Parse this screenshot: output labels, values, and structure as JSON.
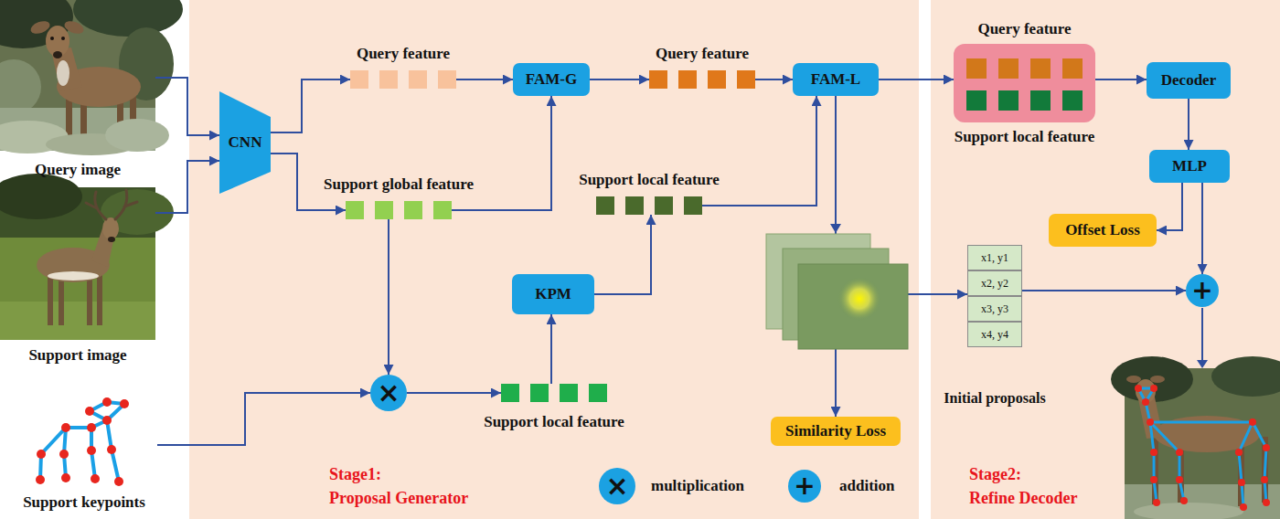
{
  "diagram": {
    "nodes": [
      {
        "text": [
          "Query image"
        ]
      },
      {
        "text": [
          "Support image"
        ]
      },
      {
        "text": [
          "Support keypoints"
        ]
      },
      {
        "text": [
          "Stage1:",
          "Proposal Generator"
        ]
      },
      {
        "text": [
          "CNN"
        ],
        "in": 3
      },
      {
        "text": [
          "Query feature"
        ],
        "in": 3
      },
      {
        "text": [
          "Support global feature"
        ],
        "in": 3
      },
      {
        "text": [
          "FAM-G"
        ],
        "in": 3
      },
      {
        "text": [
          "Query feature"
        ],
        "in": 3
      },
      {
        "text": [
          "FAM-L"
        ],
        "in": 3
      },
      {
        "text": [
          "Support local feature"
        ],
        "in": 3
      },
      {
        "text": [
          "KPM"
        ],
        "in": 3
      },
      {
        "text": [
          "×"
        ],
        "in": 3
      },
      {
        "text": [
          "Support local feature"
        ],
        "in": 3
      },
      {
        "text": [
          "Similarity Loss"
        ],
        "in": 3
      },
      {
        "text": [
          "Stage2:",
          "Refine Decoder"
        ]
      },
      {
        "text": [
          "Query feature",
          "Support local feature"
        ],
        "in": 15
      },
      {
        "text": [
          "Decoder"
        ],
        "in": 15
      },
      {
        "text": [
          "MLP"
        ],
        "in": 15
      },
      {
        "text": [
          "Offset Loss"
        ],
        "in": 15
      },
      {
        "text": [
          "Initial proposals"
        ],
        "in": 15
      },
      {
        "text": [
          "x1, y1"
        ],
        "in": 20
      },
      {
        "text": [
          "x2, y2"
        ],
        "in": 20
      },
      {
        "text": [
          "x3, y3"
        ],
        "in": 20
      },
      {
        "text": [
          "x4, y4"
        ],
        "in": 20
      },
      {
        "text": [
          "+"
        ],
        "in": 15
      }
    ],
    "edges": [
      {
        "from": 0,
        "to": 4,
        "arrow": "to"
      },
      {
        "from": 1,
        "to": 4,
        "arrow": "to"
      },
      {
        "from": 4,
        "to": 5,
        "arrow": "to"
      },
      {
        "from": 4,
        "to": 6,
        "arrow": "to"
      },
      {
        "from": 5,
        "to": 7,
        "arrow": "to"
      },
      {
        "from": 6,
        "to": 7,
        "arrow": "to"
      },
      {
        "from": 6,
        "to": 12,
        "arrow": "to"
      },
      {
        "from": 2,
        "to": 12,
        "arrow": "to"
      },
      {
        "from": 12,
        "to": 13,
        "arrow": "to"
      },
      {
        "from": 13,
        "to": 11,
        "arrow": "to"
      },
      {
        "from": 11,
        "to": 10,
        "arrow": "to"
      },
      {
        "from": 7,
        "to": 8,
        "arrow": "to"
      },
      {
        "from": 8,
        "to": 9,
        "arrow": "to"
      },
      {
        "from": 10,
        "to": 9,
        "arrow": "to"
      },
      {
        "from": 9,
        "to": 14,
        "arrow": "to"
      },
      {
        "from": 9,
        "to": 20,
        "arrow": "to"
      },
      {
        "from": 9,
        "to": 16,
        "arrow": "to"
      },
      {
        "from": 16,
        "to": 17,
        "arrow": "to"
      },
      {
        "from": 17,
        "to": 18,
        "arrow": "to"
      },
      {
        "from": 18,
        "to": 19,
        "arrow": "to"
      },
      {
        "from": 18,
        "to": 25,
        "arrow": "to"
      },
      {
        "from": 20,
        "to": 25,
        "arrow": "to"
      }
    ],
    "labels": [
      "×",
      "+"
    ],
    "legend": [
      {
        "text": "multiplication"
      },
      {
        "text": "addition"
      }
    ]
  }
}
